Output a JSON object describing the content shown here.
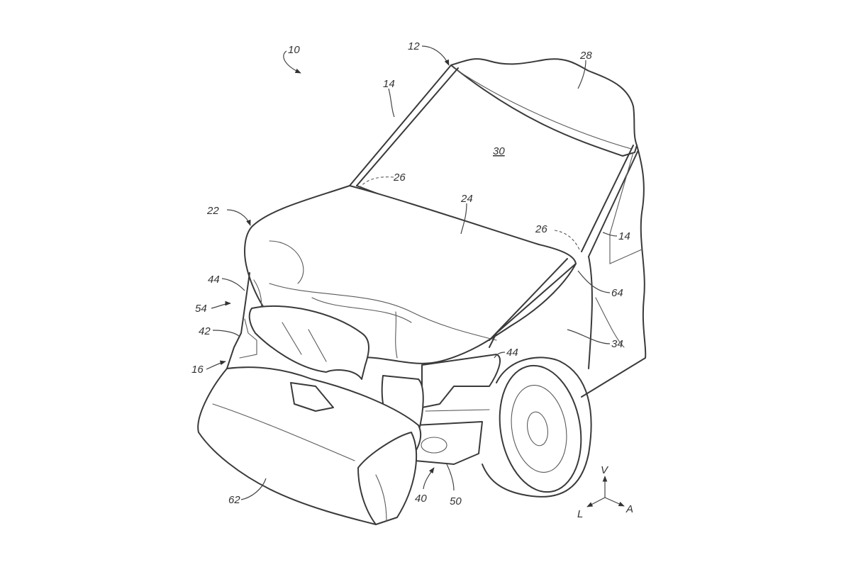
{
  "figure": {
    "type": "patent line drawing",
    "subject": "vehicle front with deployed external airbags",
    "labels": {
      "l10": "10",
      "l12": "12",
      "l14a": "14",
      "l14b": "14",
      "l16": "16",
      "l22": "22",
      "l24": "24",
      "l26a": "26",
      "l26b": "26",
      "l28": "28",
      "l30": "30",
      "l34": "34",
      "l40": "40",
      "l42": "42",
      "l44a": "44",
      "l44b": "44",
      "l50": "50",
      "l54": "54",
      "l62": "62",
      "l64": "64"
    },
    "axes": {
      "vertical": "V",
      "lateral": "L",
      "axial": "A"
    }
  }
}
